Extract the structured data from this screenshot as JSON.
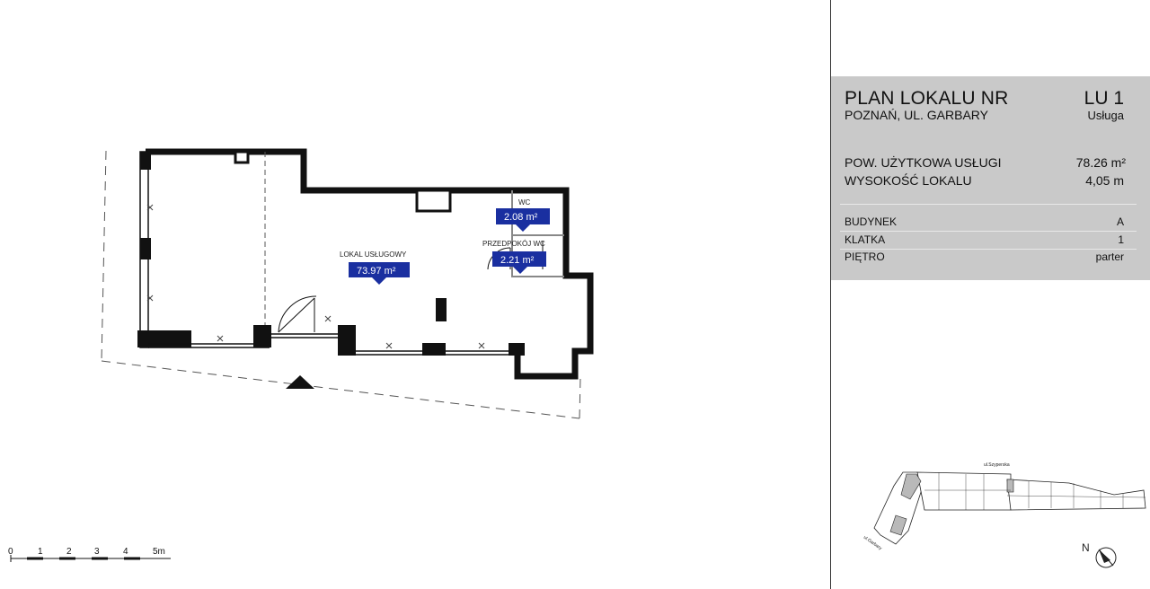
{
  "plan": {
    "room_main_label": "LOKAL USŁUGOWY",
    "room_main_area": "73.97 m²",
    "room_wc_label": "WC",
    "room_wc_area": "2.08 m²",
    "room_hall_label": "PRZEDPOKÓJ WC",
    "room_hall_area": "2.21 m²"
  },
  "info": {
    "title": "PLAN LOKALU NR",
    "unit": "LU 1",
    "address": "POZNAŃ, UL. GARBARY",
    "unit_type": "Usługa",
    "rows": [
      {
        "label": "POW. UŻYTKOWA USŁUGI",
        "value": "78.26 m²"
      },
      {
        "label": "WYSOKOŚĆ LOKALU",
        "value": "4,05 m"
      }
    ],
    "details": [
      {
        "label": "BUDYNEK",
        "value": "A"
      },
      {
        "label": "KLATKA",
        "value": "1"
      },
      {
        "label": "PIĘTRO",
        "value": "parter"
      }
    ]
  },
  "scale_bar": {
    "ticks": [
      "0",
      "1",
      "2",
      "3",
      "4",
      "5m"
    ]
  },
  "site_map": {
    "street_1": "ul.Szyperska",
    "street_2": "ul.Garbary",
    "north": "N"
  },
  "colors": {
    "area_tag": "#1a2fa0",
    "wall": "#111111",
    "panel_bg": "#c9c9c9"
  }
}
